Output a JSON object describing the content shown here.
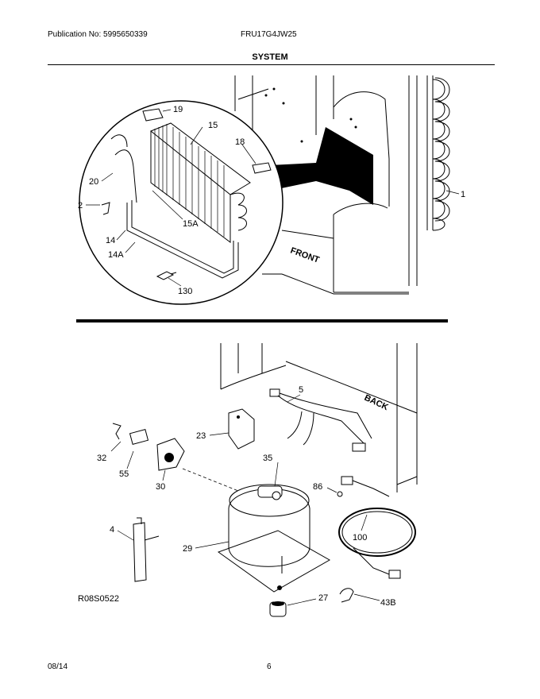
{
  "header": {
    "publication": "Publication No: 5995650339",
    "model": "FRU17G4JW25",
    "section_title": "SYSTEM"
  },
  "callouts_top": {
    "c19": "19",
    "c15": "15",
    "c18": "18",
    "c20": "20",
    "c2": "2",
    "c15a": "15A",
    "c14": "14",
    "c14a": "14A",
    "c130": "130",
    "c1": "1",
    "front": "FRONT"
  },
  "callouts_bottom": {
    "c5": "5",
    "back": "BACK",
    "c23": "23",
    "c32": "32",
    "c55": "55",
    "c30": "30",
    "c35": "35",
    "c86": "86",
    "c4": "4",
    "c100": "100",
    "c29": "29",
    "c27": "27",
    "c43b": "43B"
  },
  "ref_code": "R08S0522",
  "footer": {
    "date": "08/14",
    "page": "6"
  }
}
